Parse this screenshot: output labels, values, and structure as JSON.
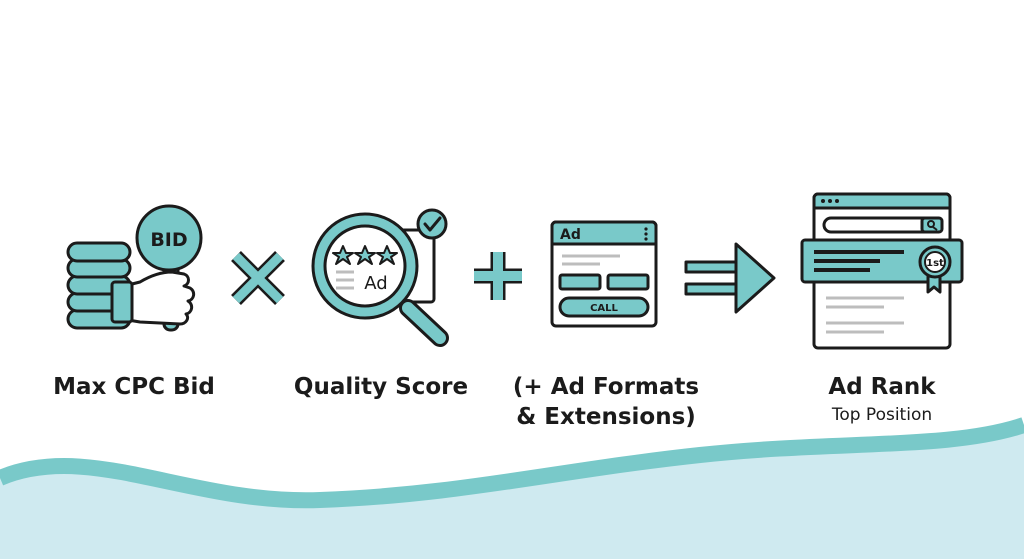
{
  "colors": {
    "teal": "#79c9c9",
    "teal_dark": "#5ab4b4",
    "ink": "#1b1b1b",
    "wave_light": "#cfeaf0",
    "background": "#ffffff"
  },
  "steps": [
    {
      "icon": "bid-paddle-icon",
      "label_lines": [
        "Max CPC Bid"
      ],
      "badge": "BID"
    },
    {
      "icon": "magnifier-quality-icon",
      "label_lines": [
        "Quality Score"
      ],
      "badge": "Ad"
    },
    {
      "icon": "ad-format-card-icon",
      "label_lines": [
        "(+ Ad Formats",
        "& Extensions)"
      ],
      "card_title": "Ad",
      "card_button": "CALL"
    },
    {
      "icon": "search-results-rank-icon",
      "label_lines": [
        "Ad Rank"
      ],
      "sublabel": "Top Position",
      "badge": "1st"
    }
  ],
  "operators": [
    "multiply-icon",
    "plus-icon",
    "double-arrow-icon"
  ]
}
